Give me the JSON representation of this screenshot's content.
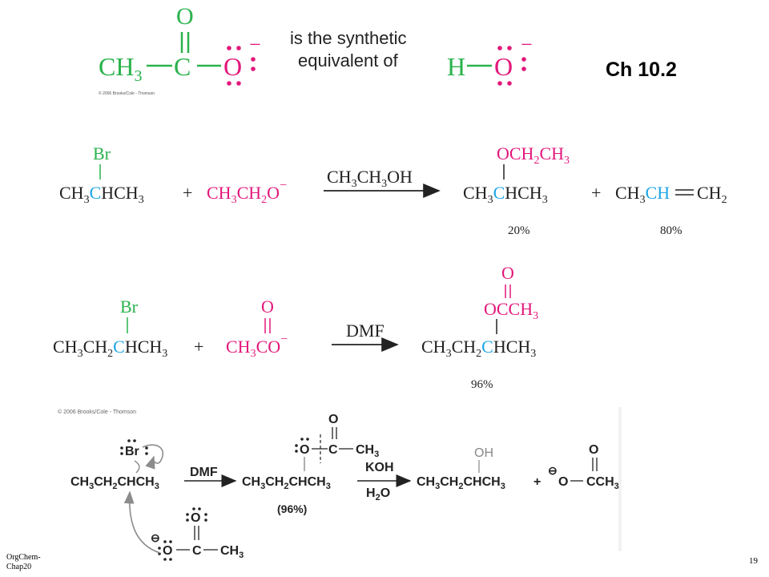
{
  "slide": {
    "title": "Ch 10.2",
    "footer_left_line1": "OrgChem-",
    "footer_left_line2": "Chap20",
    "page_number": "19"
  },
  "colors": {
    "black": "#222222",
    "green": "#2bb24c",
    "magenta": "#e2187b",
    "blue": "#1ea6e6",
    "gray_arrow": "#8c8c8c"
  },
  "top_panel": {
    "statement_line1": "is the synthetic",
    "statement_line2": "equivalent of",
    "copyright": "© 2006 Brooks/Cole - Thomson",
    "acetate": {
      "methyl": "CH",
      "methyl_sub": "3",
      "carbon": "C",
      "carbonyl_o": "O",
      "oxygen": "O",
      "charge": "−"
    },
    "hydroxide": {
      "hydrogen": "H",
      "oxygen": "O",
      "charge": "−"
    }
  },
  "reaction1": {
    "substrate": {
      "substituent": "Br",
      "left": "CH",
      "left_sub": "3",
      "center": "C",
      "right": "HCH",
      "right_sub": "3"
    },
    "plus1": "+",
    "nucleophile": {
      "a": "CH",
      "a_sub": "3",
      "b": "CH",
      "b_sub": "2",
      "c": "O",
      "charge": "−"
    },
    "conditions": {
      "a": "CH",
      "a_sub": "3",
      "b": "CH",
      "b_sub": "3",
      "c": "OH"
    },
    "product1": {
      "substituent_a": "OCH",
      "substituent_a_sub": "2",
      "substituent_b": "CH",
      "substituent_b_sub": "3",
      "left": "CH",
      "left_sub": "3",
      "center": "C",
      "right": "HCH",
      "right_sub": "3"
    },
    "plus2": "+",
    "product2": {
      "left": "CH",
      "left_sub": "3",
      "center": "CH",
      "right": "CH",
      "right_sub": "2"
    },
    "yield1": "20%",
    "yield2": "80%"
  },
  "reaction2": {
    "substrate": {
      "substituent": "Br",
      "a": "CH",
      "a_sub": "3",
      "b": "CH",
      "b_sub": "2",
      "center": "C",
      "right": "HCH",
      "right_sub": "3"
    },
    "plus": "+",
    "nucleophile": {
      "top_o": "O",
      "a": "CH",
      "a_sub": "3",
      "b": "CO",
      "charge": "−"
    },
    "conditions": "DMF",
    "product": {
      "top_o": "O",
      "ester": "OCCH",
      "ester_sub": "3",
      "a": "CH",
      "a_sub": "3",
      "b": "CH",
      "b_sub": "2",
      "center": "C",
      "right": "HCH",
      "right_sub": "3"
    },
    "yield": "96%"
  },
  "mechanism": {
    "copyright": "© 2006 Brooks/Cole - Thomson",
    "bromide": "Br",
    "substrate": {
      "a": "CH",
      "a_sub": "3",
      "b": "CH",
      "b_sub": "2",
      "c": "CHCH",
      "c_sub": "3"
    },
    "arrow1_label": "DMF",
    "ester": {
      "o_link": "O",
      "carbon": "C",
      "methyl": "CH",
      "methyl_sub": "3",
      "top_o": "O",
      "a": "CH",
      "a_sub": "3",
      "b": "CH",
      "b_sub": "2",
      "c": "CHCH",
      "c_sub": "3"
    },
    "yield": "(96%)",
    "arrow2_top": "KOH",
    "arrow2_bottom_a": "H",
    "arrow2_bottom_sub": "2",
    "arrow2_bottom_b": "O",
    "alcohol": {
      "oh": "OH",
      "a": "CH",
      "a_sub": "3",
      "b": "CH",
      "b_sub": "2",
      "c": "CHCH",
      "c_sub": "3"
    },
    "plus": "+",
    "acetate_product": {
      "charge": "⊖",
      "o": "O",
      "dash": "−",
      "carbon": "CCH",
      "carbon_sub": "3",
      "top_o": "O"
    },
    "nucleophile": {
      "charge": "⊖",
      "o": "O",
      "carbon": "C",
      "methyl": "CH",
      "methyl_sub": "3",
      "top_o": "O"
    }
  }
}
